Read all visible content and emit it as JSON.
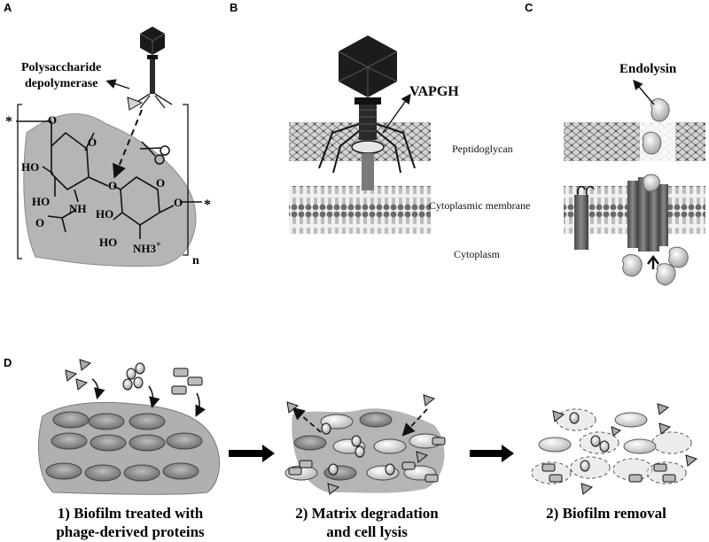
{
  "panels": {
    "a": "A",
    "b": "B",
    "c": "C",
    "d": "D"
  },
  "panel_a": {
    "enzyme_line1": "Polysaccharide",
    "enzyme_line2": "depolymerase",
    "star_left": "*",
    "star_right": "*",
    "ho1": "HO",
    "ho2": "HO",
    "ho3": "HO",
    "ho4": "HO",
    "nh": "NH",
    "o_ring1": "O",
    "o_ring2": "O",
    "o_top": "O",
    "o_link": "O",
    "o_end": "O",
    "o_acetyl": "O",
    "nh3": "NH3",
    "nh3_sup": "+",
    "repeat_n": "n"
  },
  "panel_b": {
    "vapgh": "VAPGH"
  },
  "layers": {
    "peptidoglycan": "Peptidoglycan",
    "membrane": "Cytoplasmic membrane",
    "cytoplasm": "Cytoplasm"
  },
  "panel_c": {
    "endolysin": "Endolysin"
  },
  "panel_d": {
    "step1_line1": "1) Biofilm treated with",
    "step1_line2": "phage-derived proteins",
    "step2_line1": "2) Matrix degradation",
    "step2_line2": "and cell lysis",
    "step3": "2) Biofilm removal"
  }
}
